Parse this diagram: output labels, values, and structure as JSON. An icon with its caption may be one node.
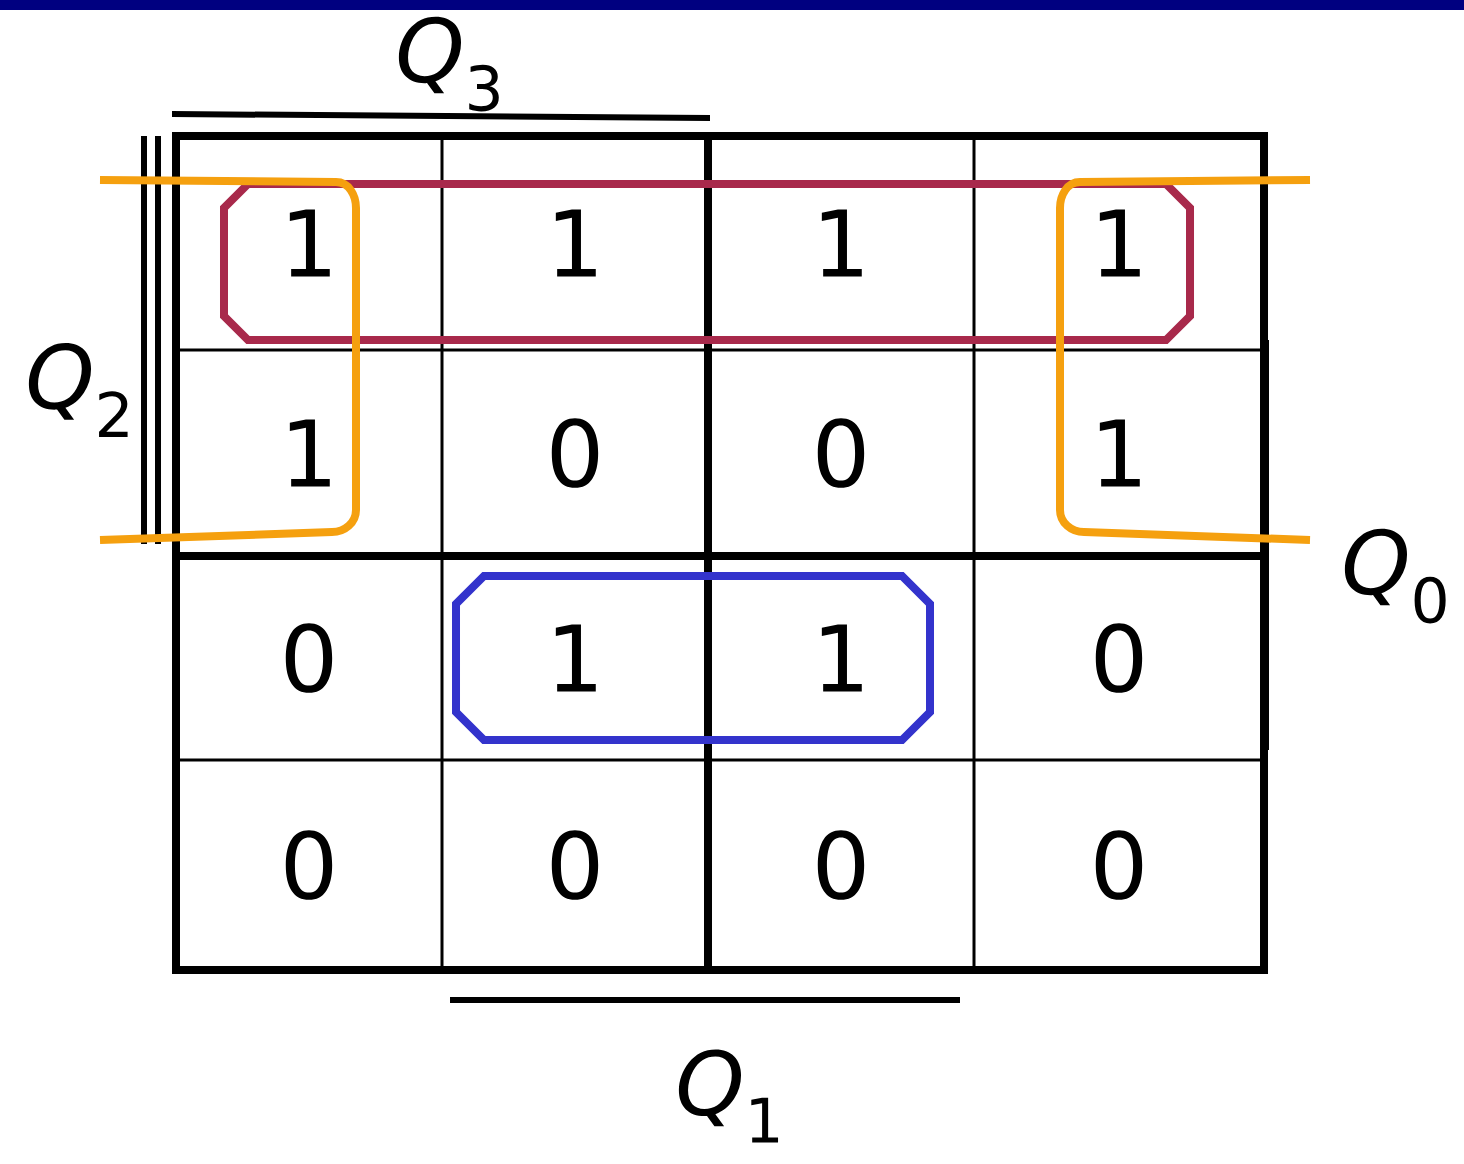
{
  "diagram": {
    "labels": [
      "*Q*$_{3}$",
      "*Q*$_{2}$",
      "*Q*$_{0}$",
      "*Q*$_{1}$",
      "1",
      "1",
      "1",
      "1",
      "1",
      "0",
      "0",
      "1",
      "0",
      "1",
      "1",
      "0",
      "0",
      "0",
      "0",
      "0"
    ]
  }
}
